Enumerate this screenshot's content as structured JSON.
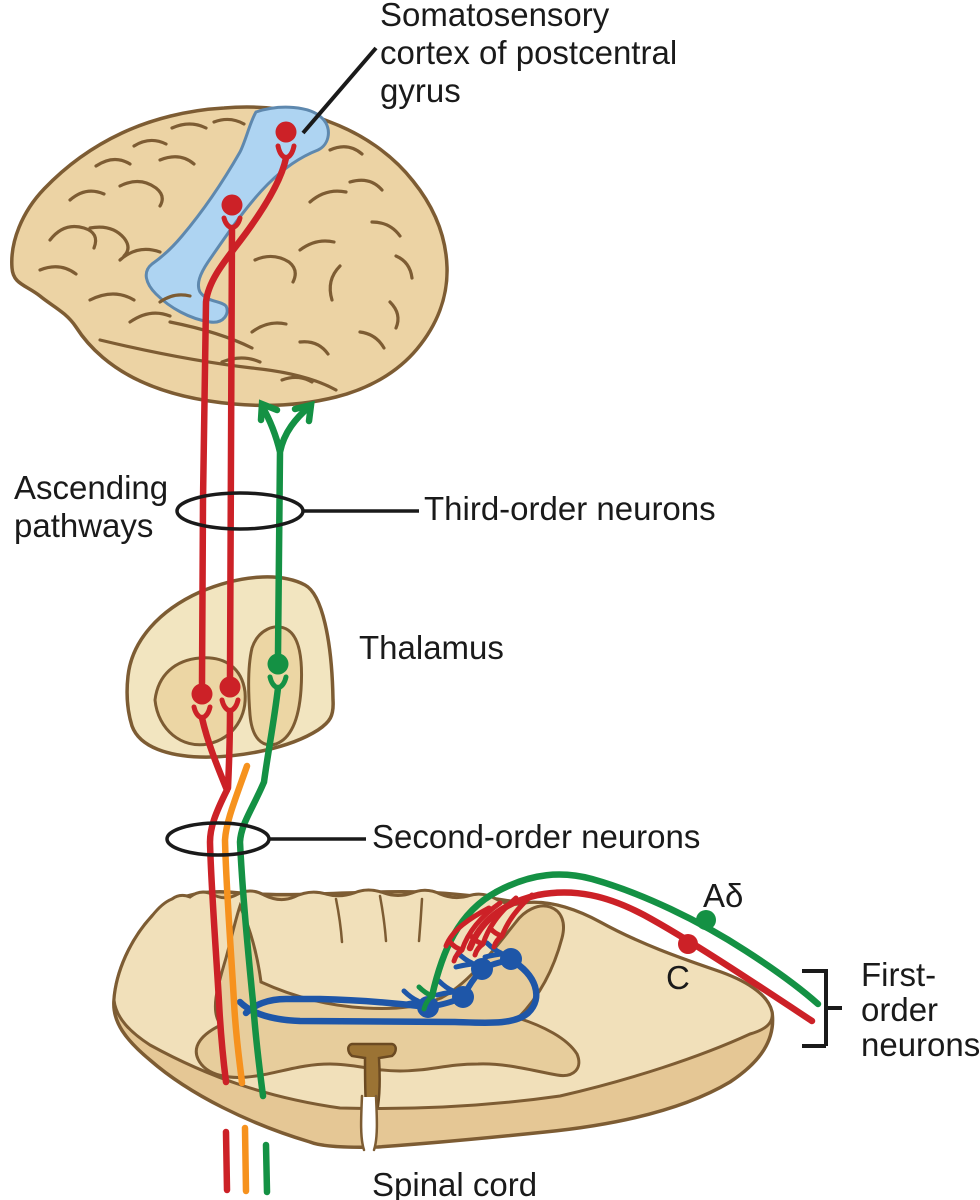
{
  "figure": {
    "title": "Pain pathway diagram: first-, second- and third-order neurons from spinal cord to somatosensory cortex"
  },
  "labels": {
    "somatosensory_line1": "Somatosensory",
    "somatosensory_line2": "cortex of postcentral",
    "somatosensory_line3": "gyrus",
    "ascending_line1": "Ascending",
    "ascending_line2": "pathways",
    "third_order": "Third-order neurons",
    "thalamus": "Thalamus",
    "second_order": "Second-order neurons",
    "a_delta": "Aδ",
    "c_fiber": "C",
    "first_order_line1": "First-",
    "first_order_line2": "order",
    "first_order_line3": "neurons",
    "spinal_cord": "Spinal cord"
  },
  "colors": {
    "pathway_red": "#cc2127",
    "pathway_green": "#149144",
    "pathway_orange": "#f6921e",
    "pathway_blue": "#1e56a8",
    "outline_brown": "#7d5c33",
    "brain_fill": "#ecd3a4",
    "gyrus_highlight_blue": "#aed4f2",
    "text_black": "#1a1a1a"
  }
}
